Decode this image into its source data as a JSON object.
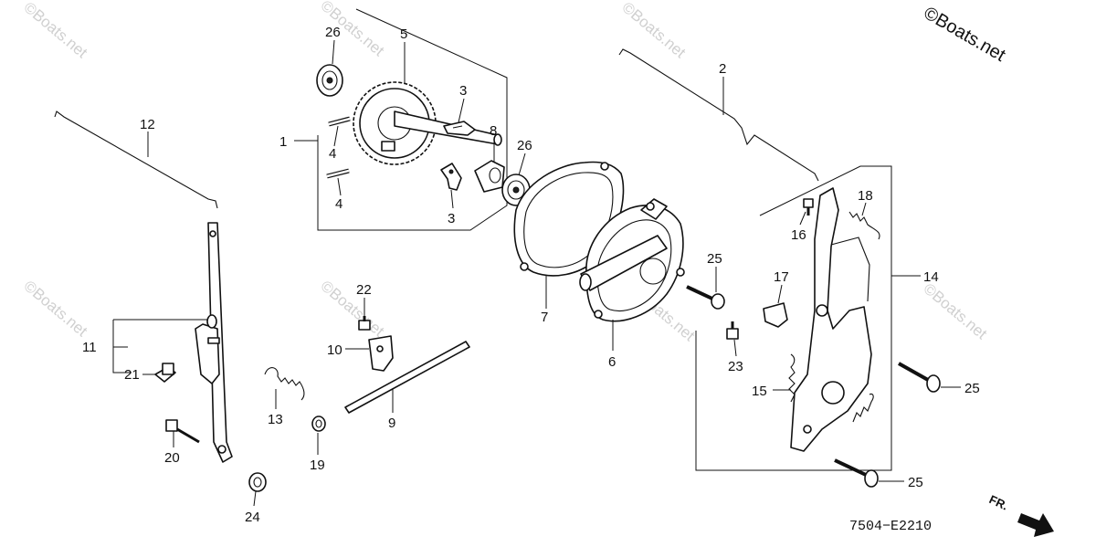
{
  "copyright": "©Boats.net",
  "watermark": "©Boats.net",
  "diagram_code": "7504−E2210",
  "front_marker": "FR.",
  "callouts": [
    {
      "id": "c1",
      "label": "1"
    },
    {
      "id": "c2",
      "label": "2"
    },
    {
      "id": "c3a",
      "label": "3"
    },
    {
      "id": "c3b",
      "label": "3"
    },
    {
      "id": "c4a",
      "label": "4"
    },
    {
      "id": "c4b",
      "label": "4"
    },
    {
      "id": "c5",
      "label": "5"
    },
    {
      "id": "c6",
      "label": "6"
    },
    {
      "id": "c7",
      "label": "7"
    },
    {
      "id": "c8",
      "label": "8"
    },
    {
      "id": "c9",
      "label": "9"
    },
    {
      "id": "c10",
      "label": "10"
    },
    {
      "id": "c11",
      "label": "11"
    },
    {
      "id": "c12",
      "label": "12"
    },
    {
      "id": "c13",
      "label": "13"
    },
    {
      "id": "c14",
      "label": "14"
    },
    {
      "id": "c15",
      "label": "15"
    },
    {
      "id": "c16",
      "label": "16"
    },
    {
      "id": "c17",
      "label": "17"
    },
    {
      "id": "c18",
      "label": "18"
    },
    {
      "id": "c19",
      "label": "19"
    },
    {
      "id": "c20",
      "label": "20"
    },
    {
      "id": "c21",
      "label": "21"
    },
    {
      "id": "c22",
      "label": "22"
    },
    {
      "id": "c23",
      "label": "23"
    },
    {
      "id": "c24",
      "label": "24"
    },
    {
      "id": "c25a",
      "label": "25"
    },
    {
      "id": "c25b",
      "label": "25"
    },
    {
      "id": "c25c",
      "label": "25"
    },
    {
      "id": "c26a",
      "label": "26"
    },
    {
      "id": "c26b",
      "label": "26"
    }
  ]
}
